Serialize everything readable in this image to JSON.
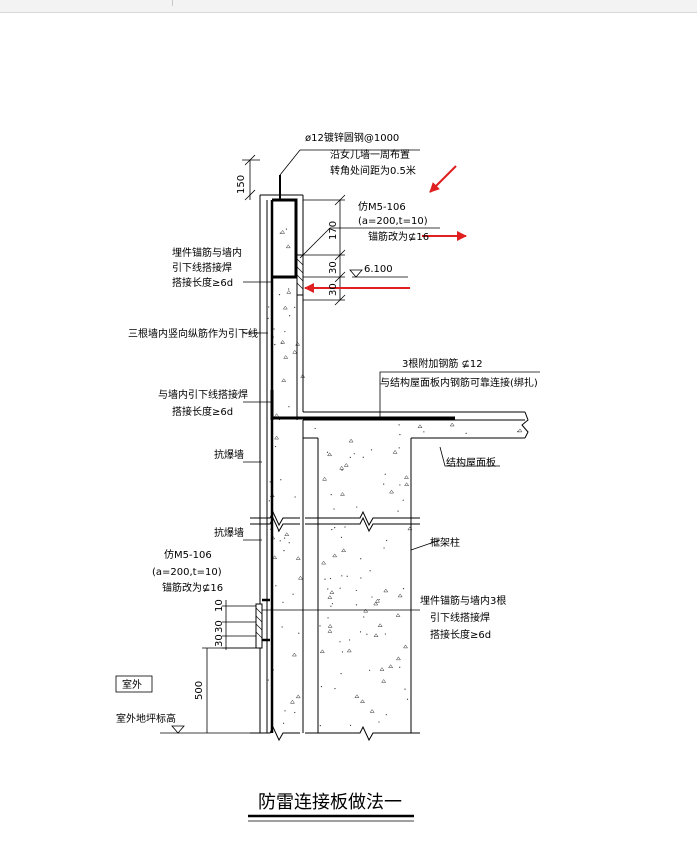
{
  "drawing": {
    "title": "防雷连接板做法一",
    "labels": {
      "ring_steel_1": "ø12镀锌圆钢@1000",
      "ring_steel_2": "沿女儿墙一周布置",
      "ring_steel_3": "转角处间距为0.5米",
      "ref_top_1": "仿M5-106",
      "ref_top_2": "(a=200,t=10)",
      "ref_top_3": "锚筋改为⊈16",
      "embed_top_1": "埋件锚筋与墙内",
      "embed_top_2": "引下线搭接焊",
      "embed_top_3": "搭接长度≥6d",
      "three_bars": "三根墙内竖向纵筋作为引下线",
      "extra_bars_1": "3根附加钢筋 ⊈12",
      "extra_bars_2": "与结构屋面板内钢筋可靠连接(绑扎)",
      "weld_mid_1": "与墙内引下线搭接焊",
      "weld_mid_2": "搭接长度≥6d",
      "roof_slab": "结构屋面板",
      "blast_wall_1": "抗爆墙",
      "blast_wall_2": "抗爆墙",
      "frame_column": "框架柱",
      "ref_bot_1": "仿M5-106",
      "ref_bot_2": "(a=200,t=10)",
      "ref_bot_3": "锚筋改为⊈16",
      "embed_bot_1": "埋件锚筋与墙内3根",
      "embed_bot_2": "引下线搭接焊",
      "embed_bot_3": "搭接长度≥6d",
      "outdoor": "室外",
      "outdoor_level": "室外地坪标高",
      "elevation": "6.100"
    },
    "dimensions": {
      "d150": "150",
      "d170": "170",
      "d30a": "30",
      "d30b": "30",
      "d10": "10",
      "d30c": "30",
      "d30d": "30",
      "d500": "500"
    },
    "colors": {
      "line": "#000000",
      "arrow": "#e02020",
      "concrete_dot": "#333333"
    }
  }
}
